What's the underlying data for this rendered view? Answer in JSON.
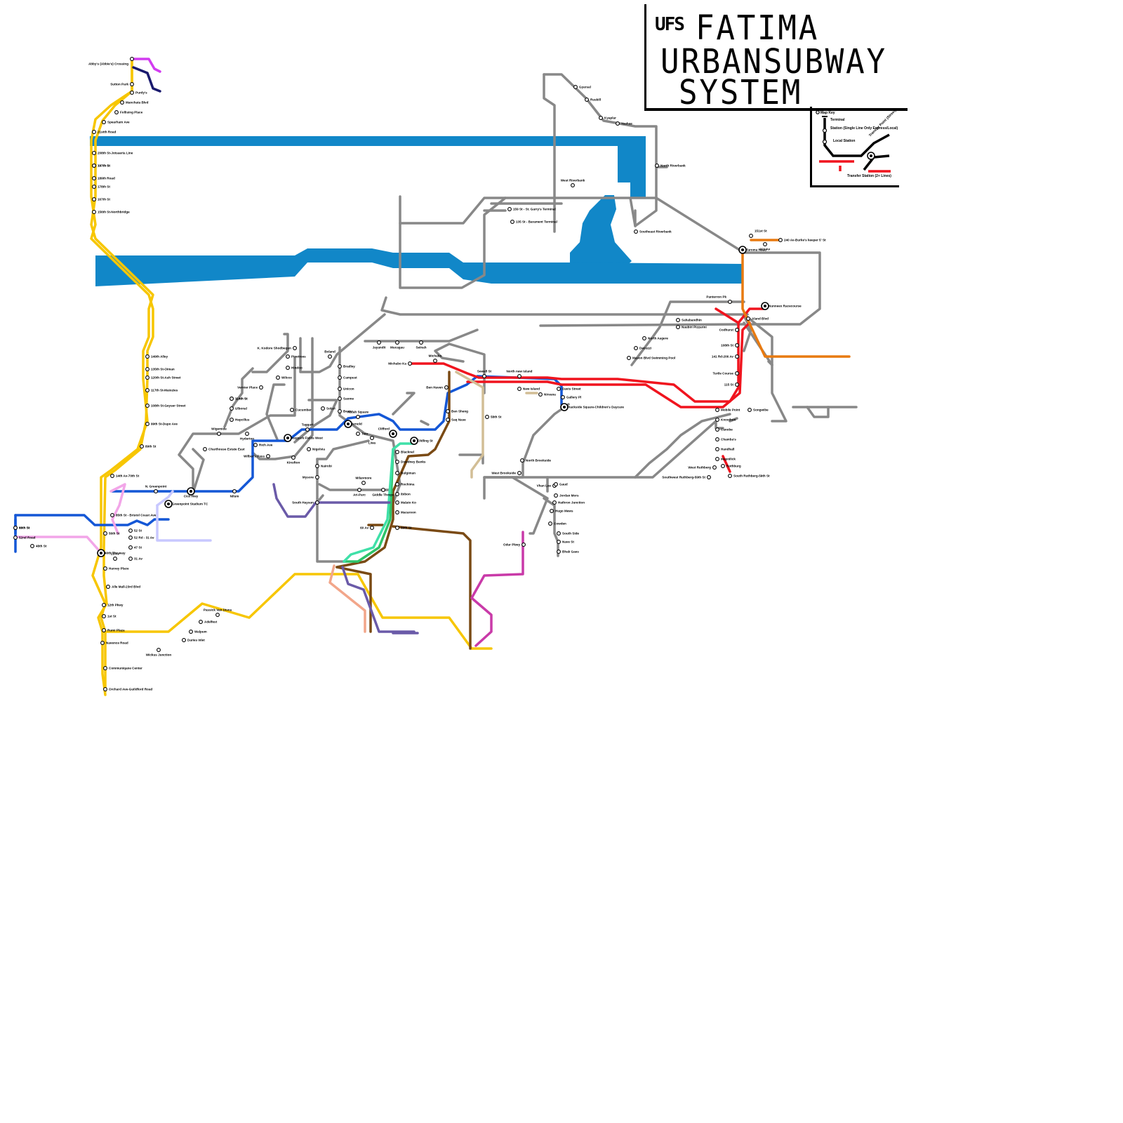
{
  "title": {
    "logo": "UFS",
    "line1": "FATIMA",
    "line2": "URBANSUBWAY",
    "line3": "SYSTEM"
  },
  "map_key": {
    "heading": "Map Key",
    "terminal": "Terminal",
    "single_line": "Station (Single Line Only Express/Local)",
    "local": "Local Station",
    "transfer_point": "Transfer Point (Street)",
    "transfer_station": "Transfer Station (2+ Lines)"
  },
  "colors": {
    "water": "#1187c8",
    "yellow": "#f7c600",
    "blue": "#1457d6",
    "red": "#f0141e",
    "gray": "#888888",
    "orange": "#e87a10",
    "brown": "#7a4a14",
    "green": "#2ec46a",
    "teal": "#3fe0a8",
    "pink": "#f2a6e8",
    "magenta": "#c93aa8",
    "purple": "#6a5aa8",
    "tan": "#d2be96",
    "navy": "#1a1a6e",
    "lavender": "#c8c8ff",
    "violet": "#d23cf0"
  },
  "stations": [
    "Abby's (Abbie's) Crossing",
    "Sutton Park",
    "Purdy's",
    "Manchata Blvd",
    "Follising Place",
    "Spearham Ave",
    "21stth Road",
    "208th St-Jotsaeria Line",
    "197th St",
    "189th Road",
    "178th St",
    "167th St",
    "156th St-Northbridge",
    "149th Alley",
    "135th St-Oiman",
    "120th St-Ash Street",
    "117th St-Maiozies",
    "108th St-Geyser Street",
    "99th St-Dupo Ave",
    "89th St",
    "14th Av-70th St",
    "N. Greenpoint",
    "Cicil Hwy",
    "Nilum",
    "85th St - Bristol Coast Ave",
    "Greenpoint Stadium TC",
    "66th St",
    "56th St",
    "40th Thruway",
    "Harvey Place",
    "Alle Mall-23rd Blvd",
    "12th Pkwy",
    "1st St",
    "Rumi Plaza",
    "Navence Road",
    "Communiqane Center",
    "Orchard Ave-Guildford Road",
    "Wickus Junction",
    "Daries Inlet",
    "Walpum",
    "Adelfest",
    "Passick Van Divos",
    "52 St",
    "52 Rd - 31 Av",
    "47 St",
    "23 Av",
    "31 Av",
    "60th St",
    "52nd Road",
    "48th St",
    "Gyarsal",
    "Ruskill",
    "Kyaplar",
    "Yashae",
    "North Riverbank",
    "West Riverbank",
    "159 St - St. Garry's Terminal",
    "135 St - Barament Terminal",
    "Southeast Riverbank",
    "151st St",
    "221 Av",
    "240 Av-Burke's keeper 5' St",
    "Taroma Road",
    "Nunneex Racecourse",
    "Aland Blvd",
    "Codhurst",
    "108th St",
    "141 Rd-206 Av",
    "Turtle Course",
    "115 St",
    "Songwibe",
    "Mobile Point",
    "Knoxthon",
    "Canobe",
    "Chamba's",
    "Handhall",
    "Mapnilick",
    "Rothburg",
    "South Ruthberg-59th St",
    "Southwest Ruthberg-59th St",
    "West Ruthberg",
    "K. Kodore Shodbegun",
    "Pinetrees",
    "Hindoo",
    "Wilcox",
    "Vernier Place",
    "114th St",
    "Ulbonal",
    "Hepcillus",
    "Wigemide",
    "Hyderton",
    "Charthouse Estate East",
    "Rich Ave",
    "Wilbur's Pass",
    "Kinsfton",
    "Nigolvia",
    "Haypark Fields West",
    "Taggart",
    "Cucumber",
    "Solari",
    "Boland",
    "Bradley",
    "Campust",
    "Unicon",
    "Saome",
    "Beaty",
    "Arnold",
    "Teto",
    "Liwa",
    "Clifford",
    "Oldling St",
    "Ardah Square",
    "Jayandit",
    "Mucagau",
    "Seinah",
    "Michabo Ka",
    "Michabo",
    "Ben Haven",
    "Ben Sheng",
    "Saq Nase",
    "Sewell St",
    "North new Island",
    "New Island",
    "Nirvana",
    "Davis Street",
    "Gallery Pl",
    "Hackside Square-Children's Daycare",
    "114th St",
    "197th St",
    "58th St",
    "North Brookside",
    "West Brookside",
    "Vhan Lee",
    "Gaud",
    "Jordan Mors",
    "Hathron Junction",
    "Hugo Mews",
    "Cowden",
    "South Side",
    "Nave St",
    "Bhak Gaes",
    "Odur Pkwy",
    "Nairobi",
    "Mysore",
    "South Haysun",
    "Milanmore",
    "Ari-Parc",
    "Giddle Throps",
    "Blacknel",
    "Dowdney Banks",
    "Bulgiman",
    "Rochima",
    "Ibibon",
    "Malato Ko",
    "Macaroon",
    "59th St",
    "60 Av",
    "North Aagere",
    "Decuzzi",
    "Mason Blvd Swimming Pool",
    "Sahabandhin",
    "Naubiri Pizzarini",
    "Panterron Pk"
  ]
}
